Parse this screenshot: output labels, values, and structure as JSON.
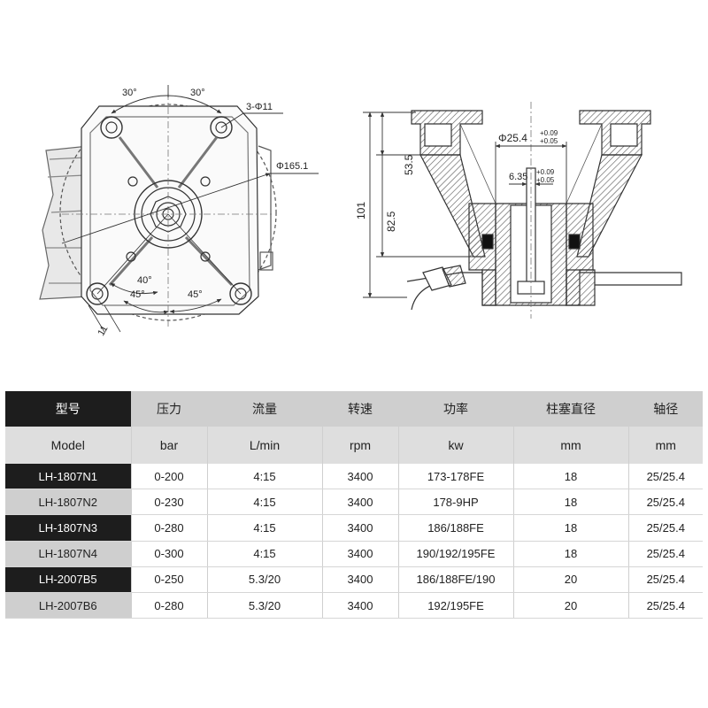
{
  "drawing": {
    "left_view": {
      "angle_top_left": "30°",
      "angle_top_right": "30°",
      "hole_callout": "3-Φ11",
      "circle_diameter": "Φ165.1",
      "angle_40": "40°",
      "angle_45_left": "45°",
      "angle_45_right": "45°",
      "dim_11": "11"
    },
    "right_view": {
      "height_101": "101",
      "height_82_5": "82.5",
      "height_53_5": "53.5",
      "shaft_diameter": "Φ25.4",
      "shaft_tol_upper": "+0.09",
      "shaft_tol_lower": "+0.05",
      "key_width": "6.35",
      "key_tol_upper": "+0.09",
      "key_tol_lower": "+0.05"
    }
  },
  "table": {
    "header_cn": [
      "型号",
      "压力",
      "流量",
      "转速",
      "功率",
      "柱塞直径",
      "轴径"
    ],
    "header_en": [
      "Model",
      "bar",
      "L/min",
      "rpm",
      "kw",
      "mm",
      "mm"
    ],
    "rows": [
      [
        "LH-1807N1",
        "0-200",
        "4:15",
        "3400",
        "173-178FE",
        "18",
        "25/25.4"
      ],
      [
        "LH-1807N2",
        "0-230",
        "4:15",
        "3400",
        "178-9HP",
        "18",
        "25/25.4"
      ],
      [
        "LH-1807N3",
        "0-280",
        "4:15",
        "3400",
        "186/188FE",
        "18",
        "25/25.4"
      ],
      [
        "LH-1807N4",
        "0-300",
        "4:15",
        "3400",
        "190/192/195FE",
        "18",
        "25/25.4"
      ],
      [
        "LH-2007B5",
        "0-250",
        "5.3/20",
        "3400",
        "186/188FE/190",
        "20",
        "25/25.4"
      ],
      [
        "LH-2007B6",
        "0-280",
        "5.3/20",
        "3400",
        "192/195FE",
        "20",
        "25/25.4"
      ]
    ]
  },
  "colors": {
    "dark_cell": "#1d1d1d",
    "header_gray": "#cfcfcf",
    "subheader_gray": "#dedede",
    "line": "#333333"
  }
}
